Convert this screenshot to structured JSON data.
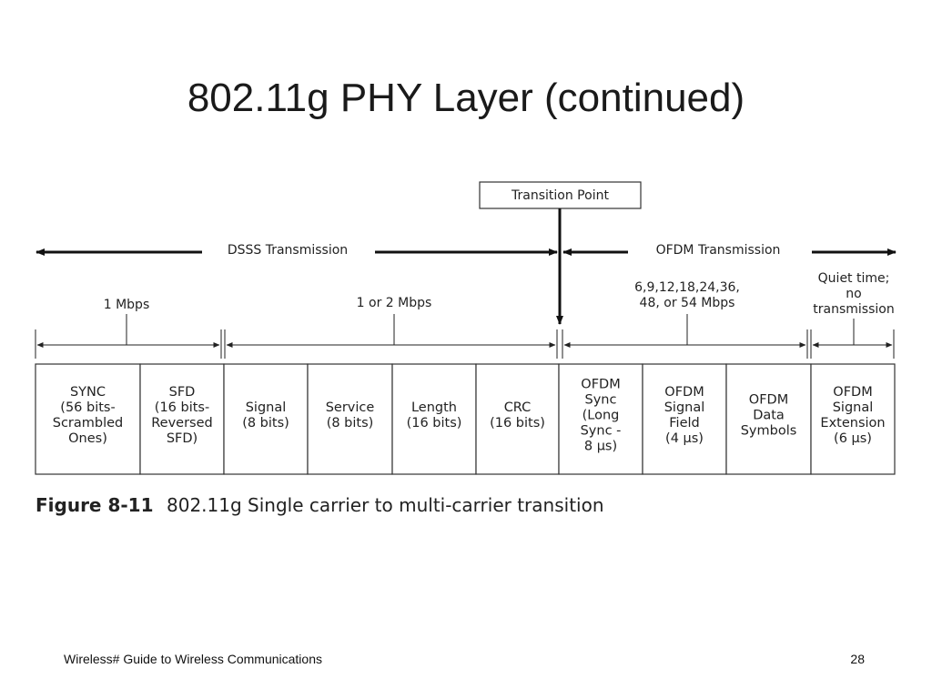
{
  "slide": {
    "title": "802.11g PHY Layer (continued)",
    "footer_left": "Wireless# Guide to Wireless Communications",
    "page_number": "28"
  },
  "diagram": {
    "transition_label": "Transition Point",
    "dsss_label": "DSSS Transmission",
    "ofdm_label": "OFDM Transmission",
    "rates": {
      "sync_sfd": "1 Mbps",
      "header": "1 or 2 Mbps",
      "ofdm_line1": "6,9,12,18,24,36,",
      "ofdm_line2": "48, or 54 Mbps",
      "quiet_line1": "Quiet time;",
      "quiet_line2": "no",
      "quiet_line3": "transmission"
    },
    "fields": [
      {
        "lines": [
          "SYNC",
          "(56 bits-",
          "Scrambled",
          "Ones)"
        ]
      },
      {
        "lines": [
          "SFD",
          "(16 bits-",
          "Reversed",
          "SFD)"
        ]
      },
      {
        "lines": [
          "Signal",
          "(8 bits)"
        ]
      },
      {
        "lines": [
          "Service",
          "(8 bits)"
        ]
      },
      {
        "lines": [
          "Length",
          "(16 bits)"
        ]
      },
      {
        "lines": [
          "CRC",
          "(16 bits)"
        ]
      },
      {
        "lines": [
          "OFDM",
          "Sync",
          "(Long",
          "Sync -",
          "8 μs)"
        ]
      },
      {
        "lines": [
          "OFDM",
          "Signal",
          "Field",
          "(4 μs)"
        ]
      },
      {
        "lines": [
          "OFDM",
          "Data",
          "Symbols"
        ]
      },
      {
        "lines": [
          "OFDM",
          "Signal",
          "Extension",
          "(6 μs)"
        ]
      }
    ],
    "caption_label": "Figure 8-11",
    "caption_text": "802.11g Single carrier to multi-carrier transition"
  }
}
